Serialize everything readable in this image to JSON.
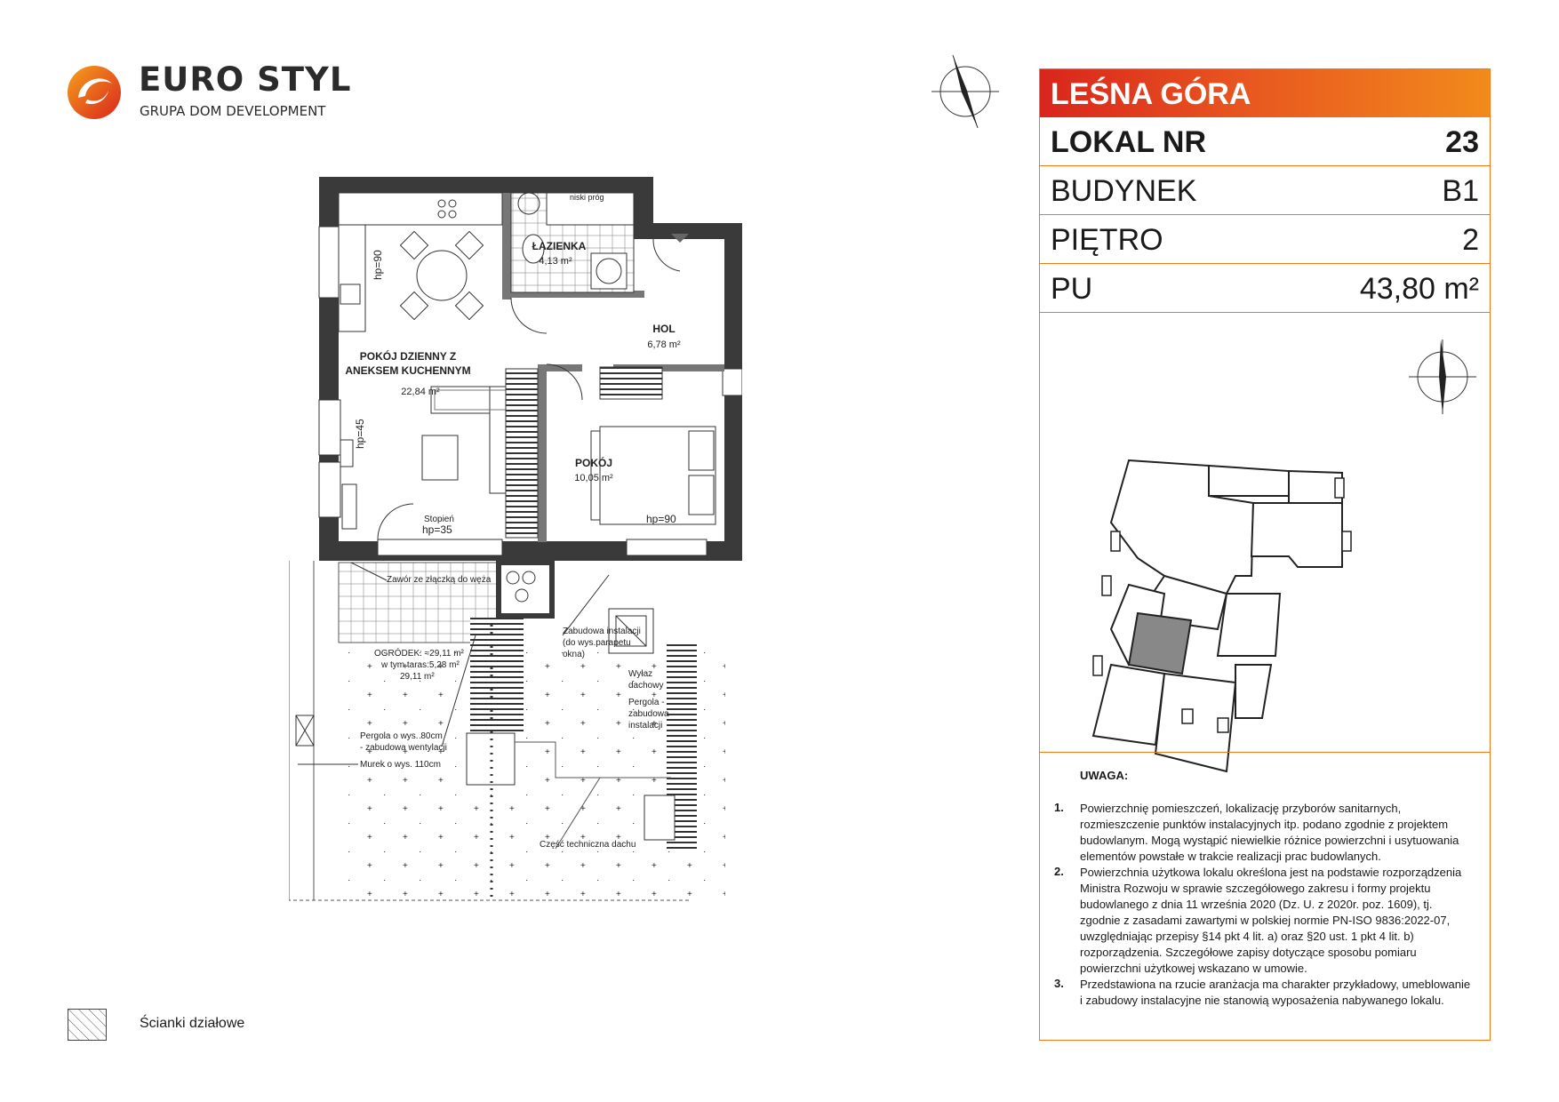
{
  "brand": {
    "name": "EURO STYL",
    "subtitle": "GRUPA DOM DEVELOPMENT"
  },
  "panel": {
    "title": "LEŚNA GÓRA",
    "rows": [
      {
        "label": "LOKAL NR",
        "value": "23"
      },
      {
        "label": "BUDYNEK",
        "value": "B1"
      },
      {
        "label": "PIĘTRO",
        "value": "2"
      },
      {
        "label": "PU",
        "value": "43,80 m²"
      }
    ]
  },
  "notes": {
    "title": "UWAGA:",
    "items": [
      {
        "num": "1.",
        "text": "Powierzchnię pomieszczeń, lokalizację przyborów sanitarnych, rozmieszczenie punktów instalacyjnych itp. podano zgodnie z projektem budowlanym. Mogą wystąpić niewielkie różnice powierzchni i usytuowania elementów powstałe w trakcie realizacji prac budowlanych."
      },
      {
        "num": "2.",
        "text": "Powierzchnia użytkowa lokalu określona jest na podstawie rozporządzenia Ministra Rozwoju w sprawie szczegółowego zakresu i formy projektu budowlanego z dnia 11 września 2020 (Dz. U. z 2020r. poz. 1609), tj. zgodnie z zasadami zawartymi w polskiej normie PN-ISO 9836:2022-07, uwzględniając przepisy §14 pkt 4 lit. a) oraz §20 ust. 1 pkt 4 lit. b) rozporządzenia. Szczegółowe zapisy dotyczące sposobu pomiaru powierzchni użytkowej wskazano w umowie."
      },
      {
        "num": "3.",
        "text": "Przedstawiona na rzucie aranżacja ma charakter przykładowy, umeblowanie i zabudowy instalacyjne nie stanowią wyposażenia nabywanego lokalu."
      }
    ]
  },
  "legend": {
    "label": "Ścianki działowe"
  },
  "plan": {
    "living_name_1": "POKÓJ DZIENNY Z",
    "living_name_2": "ANEKSEM KUCHENNYM",
    "living_area": "22,84 m²",
    "bath_name": "ŁAZIENKA",
    "bath_area": "4,13 m²",
    "hol_name": "HOL",
    "hol_area": "6,78 m²",
    "room_name": "POKÓJ",
    "room_area": "10,05 m²",
    "low_threshold": "niski próg",
    "hp90_left": "hp=90",
    "hp45": "hp=45",
    "step": "Stopień",
    "hp35": "hp=35",
    "hp90_room": "hp=90",
    "valve": "Zawór ze złączką do węża",
    "garden_1": "OGRÓDEK: ≈29,11 m²",
    "garden_2": "w tym taras:5,28 m²",
    "garden_3": "29,11 m²",
    "enclosure_1": "Zabudowa instalacji",
    "enclosure_2": "(do wys.parapetu",
    "enclosure_3": "okna)",
    "roof_exit_1": "Wyłaz",
    "roof_exit_2": "dachowy",
    "pergola_r_1": "Pergola -",
    "pergola_r_2": "zabudowa",
    "pergola_r_3": "instalacji",
    "pergola_l_1": "Pergola o wys. 80cm",
    "pergola_l_2": "- zabudowa wentylacji",
    "wall": "Murek o wys. 110cm",
    "tech_roof": "Część techniczna dachu"
  }
}
